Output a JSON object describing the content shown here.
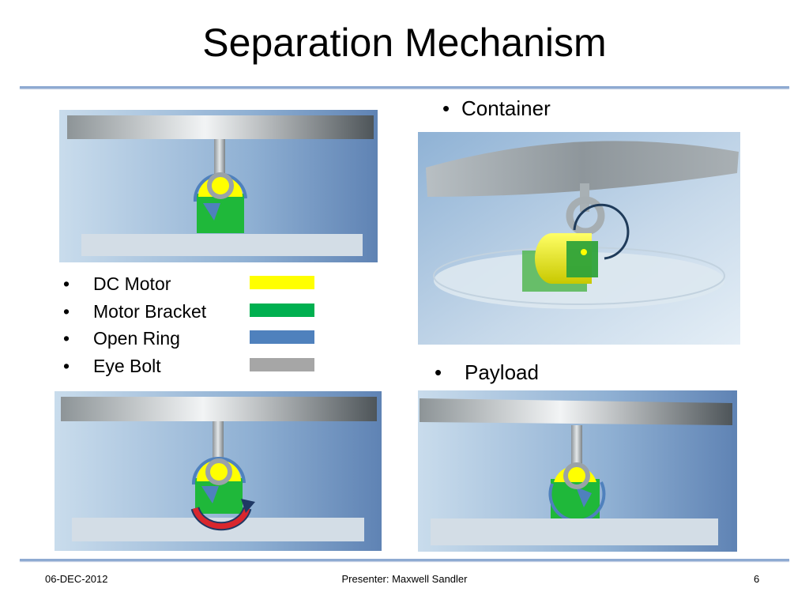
{
  "slide": {
    "title": "Separation Mechanism",
    "bullets": {
      "container": "Container",
      "payload": "Payload"
    },
    "legend": [
      {
        "label": "DC Motor",
        "color": "#ffff00"
      },
      {
        "label": "Motor Bracket",
        "color": "#00b050"
      },
      {
        "label": "Open Ring",
        "color": "#4f81bd"
      },
      {
        "label": "Eye Bolt",
        "color": "#a6a6a6"
      }
    ],
    "bullet_char": "•",
    "footer": {
      "date": "06-DEC-2012",
      "presenter": "Presenter: Maxwell Sandler",
      "page": "6"
    }
  }
}
